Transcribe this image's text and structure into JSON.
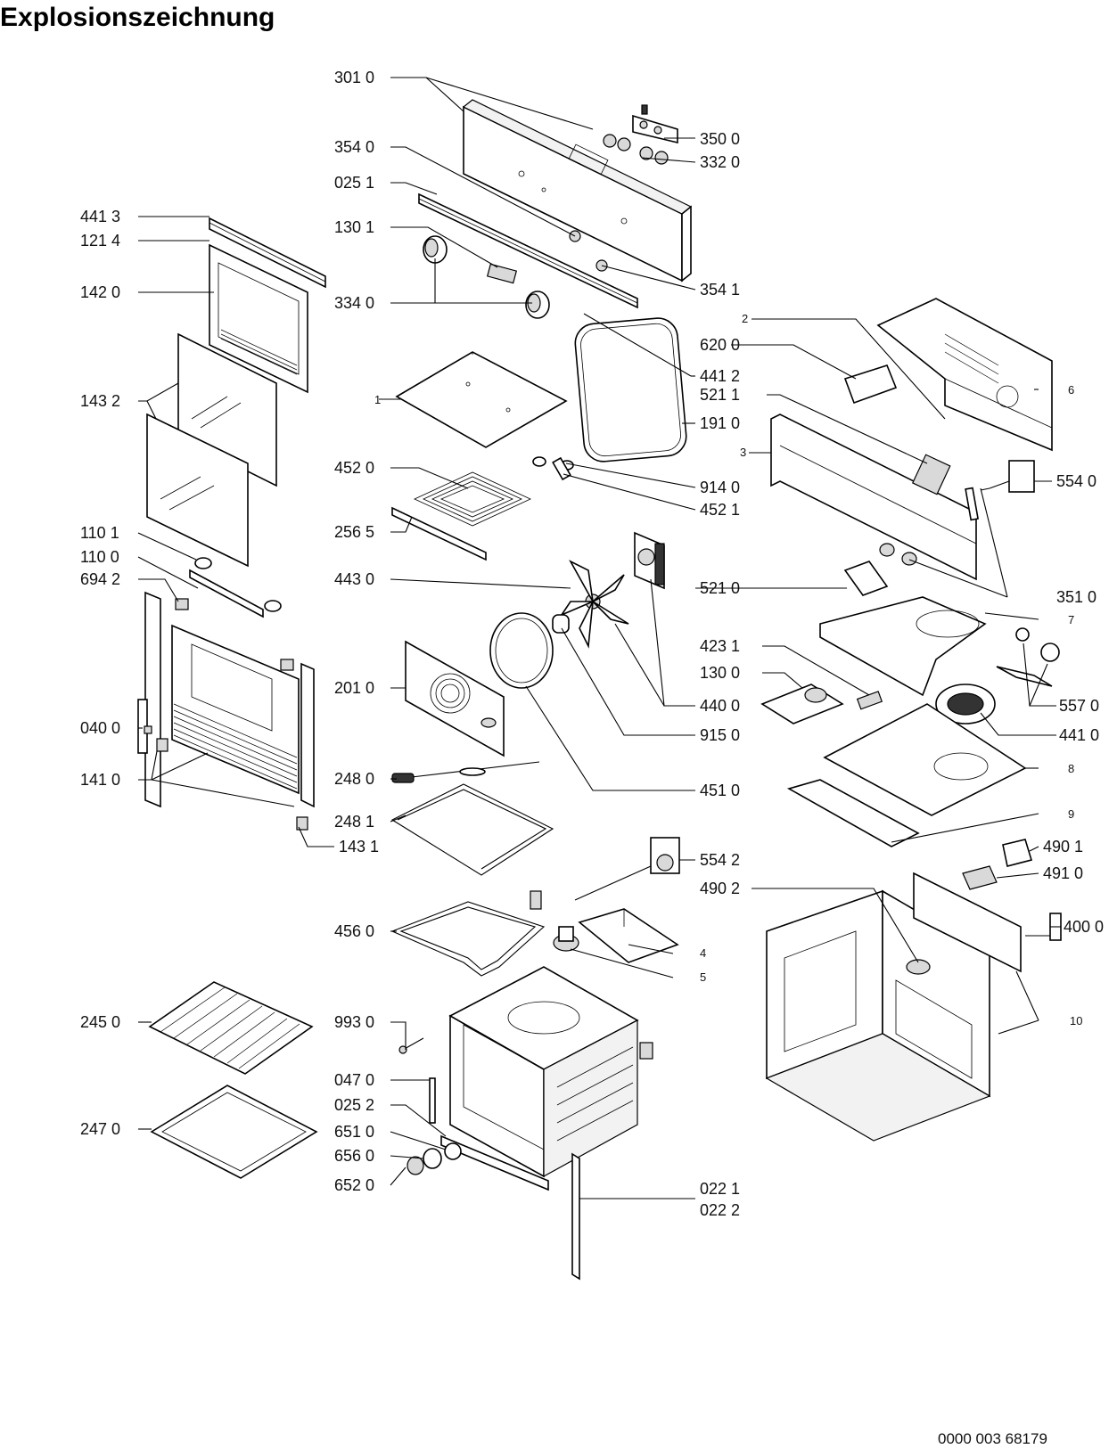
{
  "title": "Explosionszeichnung",
  "document_code": "0000 003 68179",
  "labels": {
    "p301_0": "301 0",
    "p350_0": "350 0",
    "p332_0": "332 0",
    "p354_0": "354 0",
    "p025_1": "025 1",
    "p130_1": "130 1",
    "p354_1": "354 1",
    "p334_0": "334 0",
    "p441_3": "441 3",
    "p121_4": "121 4",
    "p142_0": "142 0",
    "p143_2": "143 2",
    "p110_1": "110 1",
    "p110_0": "110 0",
    "p694_2": "694 2",
    "p040_0": "040 0",
    "p141_0": "141 0",
    "p143_1": "143 1",
    "n1": "1",
    "n2": "2",
    "n3": "3",
    "n4": "4",
    "n5": "5",
    "n6": "6",
    "n7": "7",
    "n8": "8",
    "n9": "9",
    "n10": "10",
    "p620_0": "620 0",
    "p441_2": "441 2",
    "p521_1": "521 1",
    "p191_0": "191 0",
    "p452_0": "452 0",
    "p914_0": "914 0",
    "p452_1": "452 1",
    "p256_5": "256 5",
    "p554_0": "554 0",
    "p443_0": "443 0",
    "p521_0": "521 0",
    "p351_0": "351 0",
    "p423_1": "423 1",
    "p130_0": "130 0",
    "p201_0": "201 0",
    "p440_0": "440 0",
    "p557_0": "557 0",
    "p915_0": "915 0",
    "p441_0": "441 0",
    "p451_0": "451 0",
    "p248_0": "248 0",
    "p248_1": "248 1",
    "p554_2": "554 2",
    "p490_1": "490 1",
    "p491_0": "491 0",
    "p490_2": "490 2",
    "p400_0": "400 0",
    "p456_0": "456 0",
    "p245_0": "245 0",
    "p993_0": "993 0",
    "p047_0": "047 0",
    "p025_2": "025 2",
    "p651_0": "651 0",
    "p656_0": "656 0",
    "p652_0": "652 0",
    "p247_0": "247 0",
    "p022_1": "022 1",
    "p022_2": "022 2"
  }
}
